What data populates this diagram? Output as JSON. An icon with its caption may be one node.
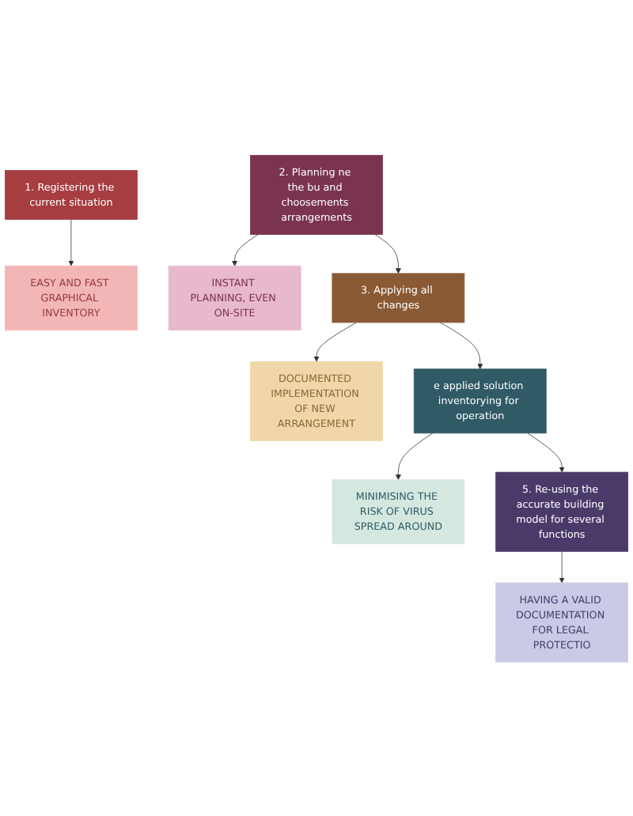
{
  "diagram": {
    "nodes": [
      {
        "text": [
          "1. Registering the current situation"
        ]
      },
      {
        "text": [
          "2. Planning ne the bu and choosements arrangements"
        ]
      },
      {
        "text": [
          "3. Applying all changes"
        ]
      },
      {
        "text": [
          "e applied solution inventorying for operation"
        ]
      },
      {
        "text": [
          "5. Re-using the accurate building model for several functions"
        ]
      },
      {
        "text": [
          "EASY AND FAST GRAPHICAL INVENTORY"
        ]
      },
      {
        "text": [
          "INSTANT PLANNING, EVEN ON-SITE"
        ]
      },
      {
        "text": [
          "DOCUMENTED IMPLEMENTATION OF NEW ARRANGEMENT"
        ]
      },
      {
        "text": [
          "MINIMISING THE RISK OF VIRUS SPREAD AROUND"
        ]
      },
      {
        "text": [
          "HAVING A VALID DOCUMENTATION FOR LEGAL PROTECTIO"
        ]
      }
    ],
    "edges": [
      {
        "from": 0,
        "to": 5,
        "arrow": "to"
      },
      {
        "from": 1,
        "to": 6,
        "arrow": "to"
      },
      {
        "from": 2,
        "to": 7,
        "arrow": "to"
      },
      {
        "from": 3,
        "to": 8,
        "arrow": "to"
      },
      {
        "from": 4,
        "to": 9,
        "arrow": "to"
      },
      {
        "from": 1,
        "to": 2,
        "arrow": "to"
      },
      {
        "from": 2,
        "to": 3,
        "arrow": "to"
      },
      {
        "from": 3,
        "to": 4,
        "arrow": "to"
      }
    ]
  }
}
